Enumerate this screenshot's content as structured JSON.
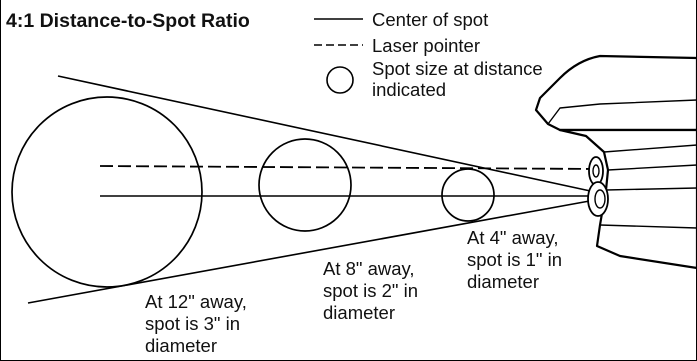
{
  "title": "4:1 Distance-to-Spot Ratio",
  "legend": {
    "center_of_spot": "Center of spot",
    "laser_pointer": "Laser pointer",
    "spot_size_line1": "Spot size at distance",
    "spot_size_line2": "indicated"
  },
  "labels": {
    "spot_12": [
      "At 12\" away,",
      "spot is 3\" in",
      "diameter"
    ],
    "spot_8": [
      "At 8\" away,",
      "spot is 2\" in",
      "diameter"
    ],
    "spot_4": [
      "At 4\" away,",
      "spot is 1\" in",
      "diameter"
    ]
  },
  "colors": {
    "line": "#000000",
    "fill": "#ffffff",
    "device_fill": "#ffffff"
  }
}
